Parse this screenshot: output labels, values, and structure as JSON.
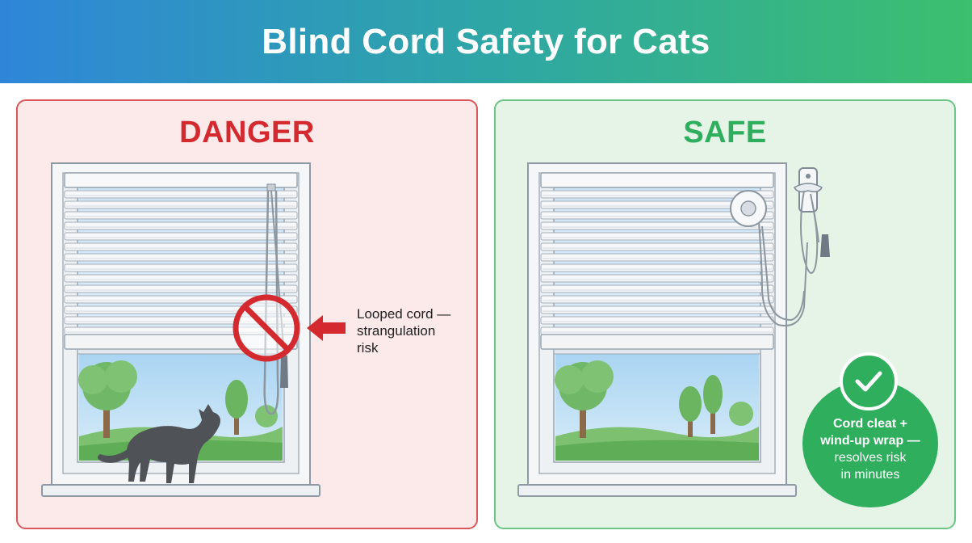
{
  "title": "Blind Cord Safety for Cats",
  "danger": {
    "heading": "DANGER",
    "callout_lines": [
      "Looped cord —",
      "strangulation",
      "risk"
    ]
  },
  "safe": {
    "heading": "SAFE",
    "badge_bold_lines": [
      "Cord cleat +",
      "wind-up wrap —"
    ],
    "badge_light_lines": [
      "resolves risk",
      "in minutes"
    ]
  },
  "colors": {
    "danger": "#d42a2f",
    "safe": "#2fae5d",
    "danger_panel_bg": "#fce9ea",
    "safe_panel_bg": "#e6f4e8"
  },
  "icons": [
    "prohibition-icon",
    "arrow-left-icon",
    "checkmark-icon",
    "cat-silhouette",
    "cord-cleat-icon",
    "cord-winder-icon"
  ]
}
